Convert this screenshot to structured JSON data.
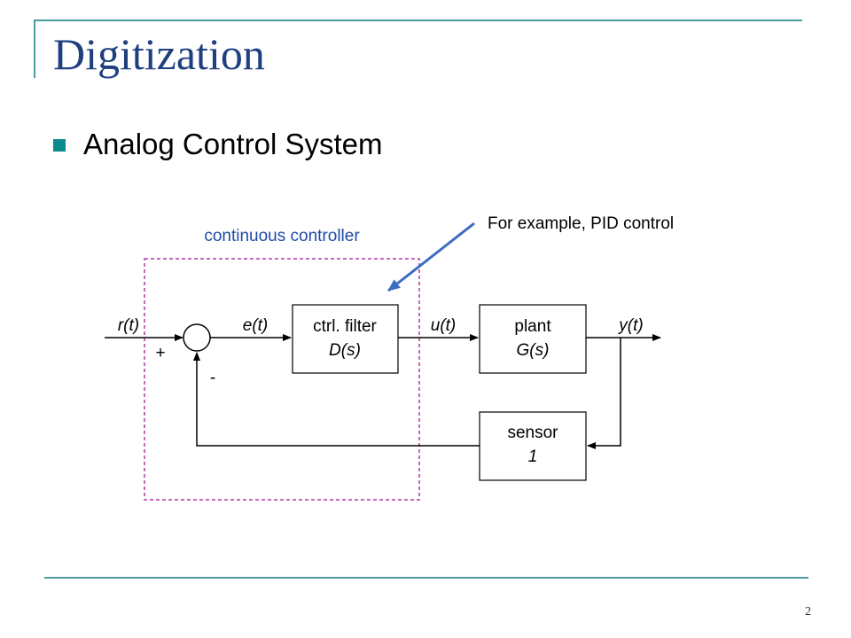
{
  "slide": {
    "title": "Digitization",
    "bullet": "Analog Control System",
    "page_number": "2"
  },
  "diagram": {
    "controller_group_label": "continuous controller",
    "annotation": "For example, PID control",
    "signals": {
      "reference": "r(t)",
      "error": "e(t)",
      "control": "u(t)",
      "output": "y(t)"
    },
    "summing_junction": {
      "plus": "+",
      "minus": "-"
    },
    "blocks": {
      "controller": {
        "name": "ctrl. filter",
        "transfer": "D(s)"
      },
      "plant": {
        "name": "plant",
        "transfer": "G(s)"
      },
      "sensor": {
        "name": "sensor",
        "transfer": "1"
      }
    },
    "colors": {
      "frame_accent": "#4d9aa0",
      "title": "#1f3f7f",
      "bullet": "#0d8a8c",
      "annotation_arrow": "#3b6cc0",
      "controller_box": "#b03aa0",
      "label_blue": "#1f4aa8"
    }
  }
}
